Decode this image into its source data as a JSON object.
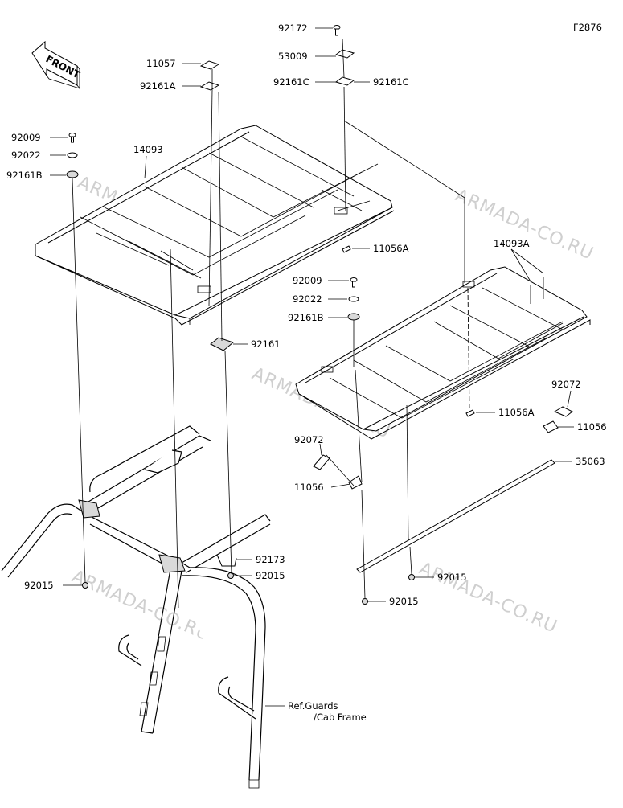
{
  "figure_id": "F2876",
  "front_label": "FRONT",
  "watermark": "ARMADA-CO.RU",
  "ref_note": [
    "Ref.Guards",
    "/Cab Frame"
  ],
  "callouts": [
    {
      "id": "92172",
      "label": "92172"
    },
    {
      "id": "53009",
      "label": "53009"
    },
    {
      "id": "92161C-left",
      "label": "92161C"
    },
    {
      "id": "92161C-right",
      "label": "92161C"
    },
    {
      "id": "11057",
      "label": "11057"
    },
    {
      "id": "92161A",
      "label": "92161A"
    },
    {
      "id": "92009-left",
      "label": "92009"
    },
    {
      "id": "92022-left",
      "label": "92022"
    },
    {
      "id": "14093",
      "label": "14093"
    },
    {
      "id": "92161B-left",
      "label": "92161B"
    },
    {
      "id": "11056A-top",
      "label": "11056A"
    },
    {
      "id": "14093A",
      "label": "14093A"
    },
    {
      "id": "92009-mid",
      "label": "92009"
    },
    {
      "id": "92022-mid",
      "label": "92022"
    },
    {
      "id": "92161B-mid",
      "label": "92161B"
    },
    {
      "id": "92161",
      "label": "92161"
    },
    {
      "id": "92072-right",
      "label": "92072"
    },
    {
      "id": "11056A-right",
      "label": "11056A"
    },
    {
      "id": "11056-right",
      "label": "11056"
    },
    {
      "id": "92072-left",
      "label": "92072"
    },
    {
      "id": "35063",
      "label": "35063"
    },
    {
      "id": "11056-left",
      "label": "11056"
    },
    {
      "id": "92173",
      "label": "92173"
    },
    {
      "id": "92015-a",
      "label": "92015"
    },
    {
      "id": "92015-b",
      "label": "92015"
    },
    {
      "id": "92015-c",
      "label": "92015"
    },
    {
      "id": "92015-d",
      "label": "92015"
    }
  ]
}
